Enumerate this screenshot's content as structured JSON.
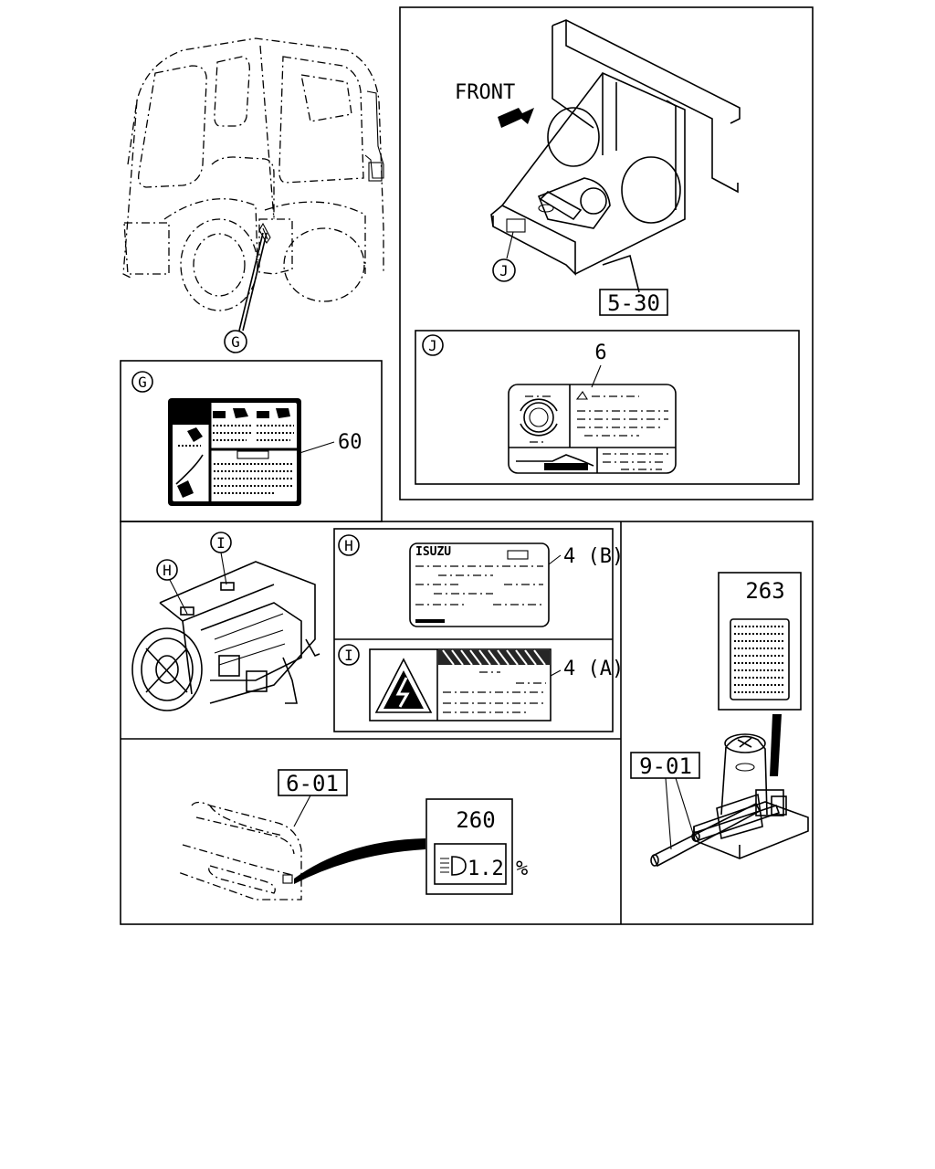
{
  "callouts": {
    "G": "G",
    "J": "J",
    "H": "H",
    "I": "I"
  },
  "part_numbers": {
    "frame_ref": "5-30",
    "bumper_ref": "6-01",
    "jack_ref": "9-01",
    "label_60": "60",
    "label_6": "6",
    "label_4b": "4 (B)",
    "label_4a": "4 (A)",
    "label_263": "263",
    "label_260": "260"
  },
  "text": {
    "front": "FRONT",
    "headlamp_angle": "1.2 %",
    "isuzu_logo": "ISUZU"
  }
}
